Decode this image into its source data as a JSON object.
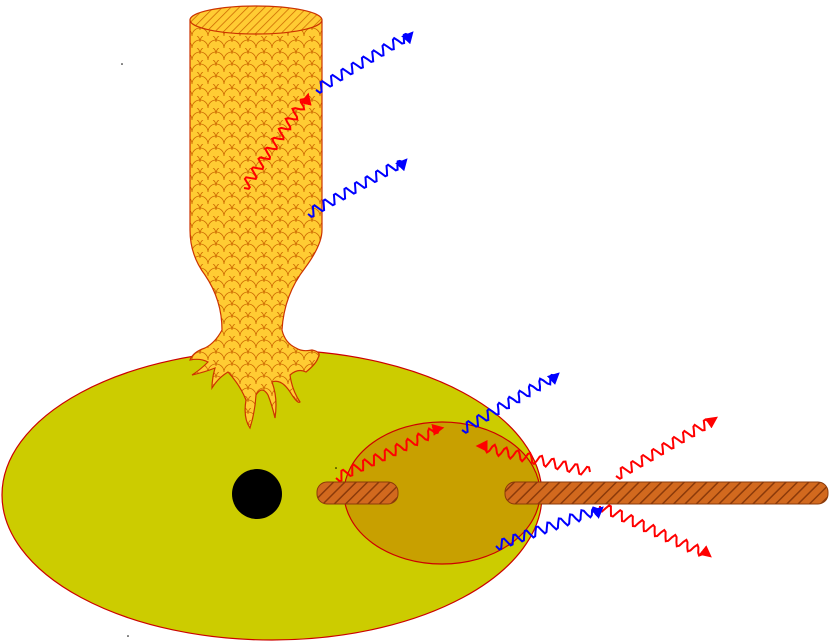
{
  "colors": {
    "background": "#ffffff",
    "cell_body": "#cccc00",
    "cell_outline": "#cc0000",
    "dendrite_fill": "#ffcc33",
    "dendrite_pattern": "#cc6600",
    "dendrite_outline": "#cc3300",
    "nucleus": "#000000",
    "contact_region": "#c8a000",
    "axon_fill": "#d2691e",
    "axon_hatch": "#8b3a0a",
    "signal_in": "#ff0000",
    "signal_out": "#0000ff"
  },
  "figure": {
    "elements": [
      "cell-body",
      "nucleus",
      "dendrite-trunk",
      "contact-region",
      "axon-short-segment",
      "axon-long-segment"
    ],
    "signals": {
      "red_arrows": 5,
      "blue_arrows": 4
    }
  }
}
